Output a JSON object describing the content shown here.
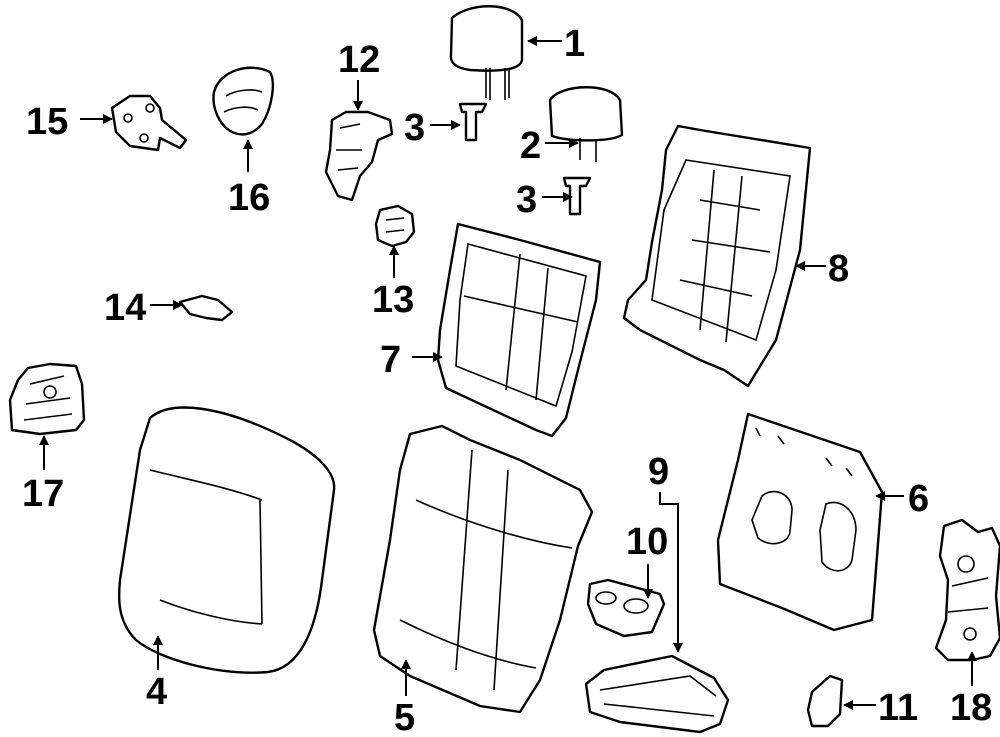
{
  "callouts": {
    "c1": "1",
    "c2": "2",
    "c3a": "3",
    "c3b": "3",
    "c4": "4",
    "c5": "5",
    "c6": "6",
    "c7": "7",
    "c8": "8",
    "c9": "9",
    "c10": "10",
    "c11": "11",
    "c12": "12",
    "c13": "13",
    "c14": "14",
    "c15": "15",
    "c16": "16",
    "c17": "17",
    "c18": "18"
  }
}
